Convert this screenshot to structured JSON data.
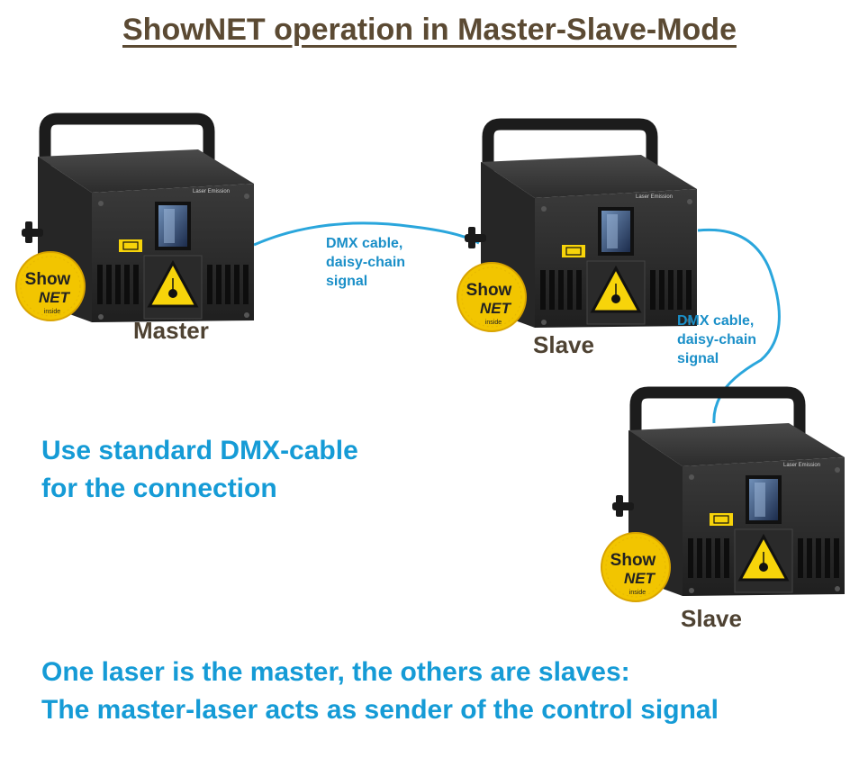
{
  "title": "ShowNET operation in Master-Slave-Mode",
  "devices": [
    {
      "role": "Master",
      "badge_top": "Show",
      "badge_mid": "NET",
      "badge_bottom": "inside",
      "panel_text": "Laser Emission"
    },
    {
      "role": "Slave",
      "badge_top": "Show",
      "badge_mid": "NET",
      "badge_bottom": "inside",
      "panel_text": "Laser Emission"
    },
    {
      "role": "Slave",
      "badge_top": "Show",
      "badge_mid": "NET",
      "badge_bottom": "inside",
      "panel_text": "Laser Emission"
    }
  ],
  "cables": [
    {
      "label": "DMX cable,\ndaisy-chain\nsignal"
    },
    {
      "label": "DMX cable,\ndaisy-chain\nsignal"
    }
  ],
  "notes": {
    "cable_hint": "Use standard DMX-cable\nfor the connection",
    "summary_line1": "One laser is the master, the others are slaves:",
    "summary_line2": "The master-laser acts as sender of the control signal"
  },
  "colors": {
    "title": "#5b4a33",
    "cable": "#2aa6dc",
    "note_text": "#159bd6",
    "device_body": "#2e2e2e",
    "badge": "#f2c500",
    "warning": "#f7d40a"
  }
}
